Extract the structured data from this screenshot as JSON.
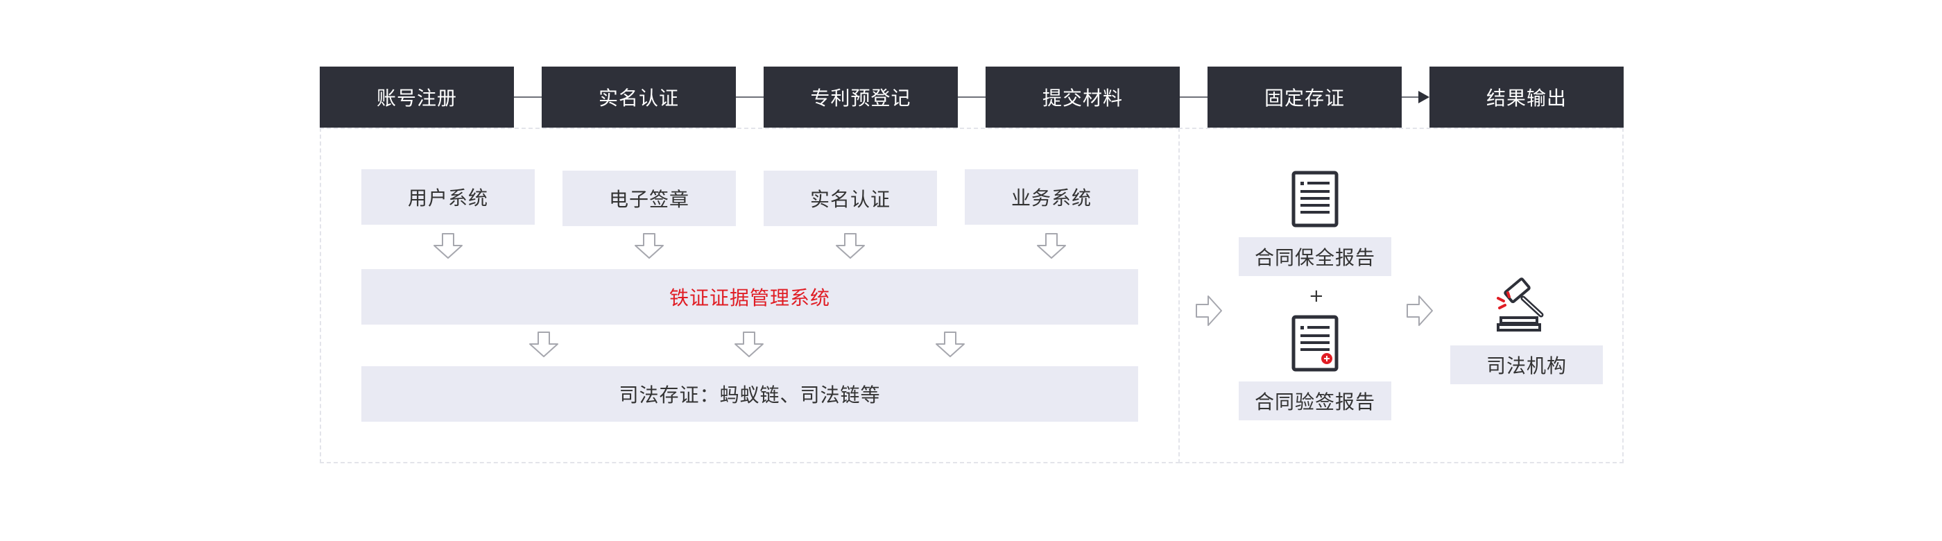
{
  "steps": [
    "账号注册",
    "实名认证",
    "专利预登记",
    "提交材料",
    "固定存证",
    "结果输出"
  ],
  "systems": [
    "用户系统",
    "电子签章",
    "实名认证",
    "业务系统"
  ],
  "core_system": "铁证证据管理系统",
  "judicial_storage": "司法存证：蚂蚁链、司法链等",
  "reports": {
    "preservation": "合同保全报告",
    "plus": "+",
    "verification": "合同验签报告"
  },
  "output": {
    "label": "司法机构",
    "icon": "gavel-icon"
  },
  "colors": {
    "step_bg": "#2e3039",
    "box_bg": "#e9eaf3",
    "highlight": "#e01d24"
  }
}
